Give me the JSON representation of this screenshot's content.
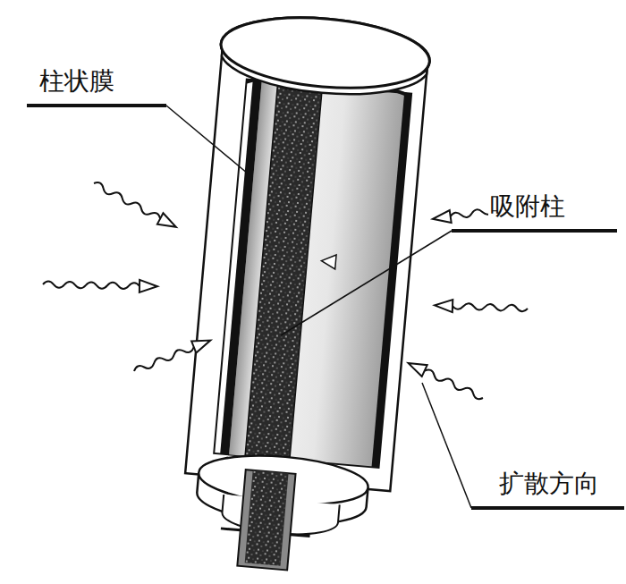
{
  "diagram": {
    "labels": [
      "柱状膜",
      "吸附柱",
      "扩散方向"
    ]
  }
}
